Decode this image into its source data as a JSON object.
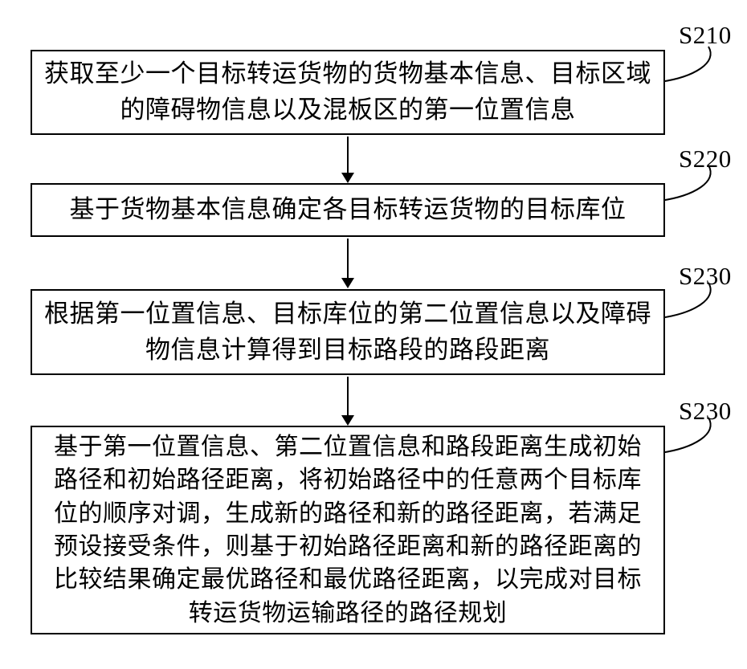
{
  "diagram": {
    "type": "flowchart",
    "steps": [
      {
        "id": "S210",
        "text": "获取至少一个目标转运货物的货物基本信息、目标区域的障碍物信息以及混板区的第一位置信息"
      },
      {
        "id": "S220",
        "text": "基于货物基本信息确定各目标转运货物的目标库位"
      },
      {
        "id": "S230",
        "text": "根据第一位置信息、目标库位的第二位置信息以及障碍物信息计算得到目标路段的路段距离"
      },
      {
        "id": "S230",
        "text": "基于第一位置信息、第二位置信息和路段距离生成初始路径和初始路径距离，将初始路径中的任意两个目标库位的顺序对调，生成新的路径和新的路径距离，若满足预设接受条件，则基于初始路径距离和新的路径距离的比较结果确定最优路径和最优路径距离，以完成对目标转运货物运输路径的路径规划"
      }
    ]
  }
}
